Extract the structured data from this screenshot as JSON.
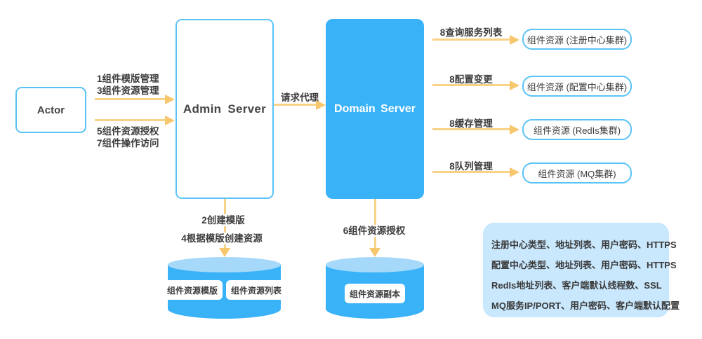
{
  "diagram": {
    "actor": {
      "label": "Actor"
    },
    "admin_server": {
      "label": "Admin Server"
    },
    "domain_server": {
      "label": "Domain Server"
    },
    "actor_to_admin_top": {
      "line1": "1组件模版管理",
      "line2": "3组件资源管理"
    },
    "actor_to_admin_bottom": {
      "line1": "5组件资源授权",
      "line2": "7组件操作访问"
    },
    "admin_to_domain": {
      "label": "请求代理"
    },
    "clusters": [
      {
        "flow": "8查询服务列表",
        "label": "组件资源 (注册中心集群)"
      },
      {
        "flow": "8配置变更",
        "label": "组件资源 (配置中心集群)"
      },
      {
        "flow": "8缓存管理",
        "label": "组件资源 (RedIs集群)"
      },
      {
        "flow": "8队列管理",
        "label": "组件资源 (MQ集群)"
      }
    ],
    "admin_to_db": {
      "line1": "2创建模版",
      "line2": "4根据模版创建资源"
    },
    "domain_to_db": {
      "label": "6组件资源授权"
    },
    "admin_db_items": [
      "组件资源模版",
      "组件资源列表"
    ],
    "domain_db_items": [
      "组件资源副本"
    ],
    "info_panel": {
      "lines": [
        "注册中心类型、地址列表、用户密码、HTTPS",
        "配置中心类型、地址列表、用户密码、HTTPS",
        "RedIs地址列表、客户端默认线程数、SSL",
        "MQ服务IP/PORT、用户密码、客户端默认配置"
      ]
    },
    "colors": {
      "primary_blue": "#3ab2f8",
      "light_blue_border": "#5ac3f7",
      "cylinder_top": "#a6d9f9",
      "arrow_shaft": "#f8d286",
      "arrow_head": "#f7c76e",
      "panel_bg": "#c9e7fd",
      "text_dark": "#3c3c3c"
    }
  }
}
